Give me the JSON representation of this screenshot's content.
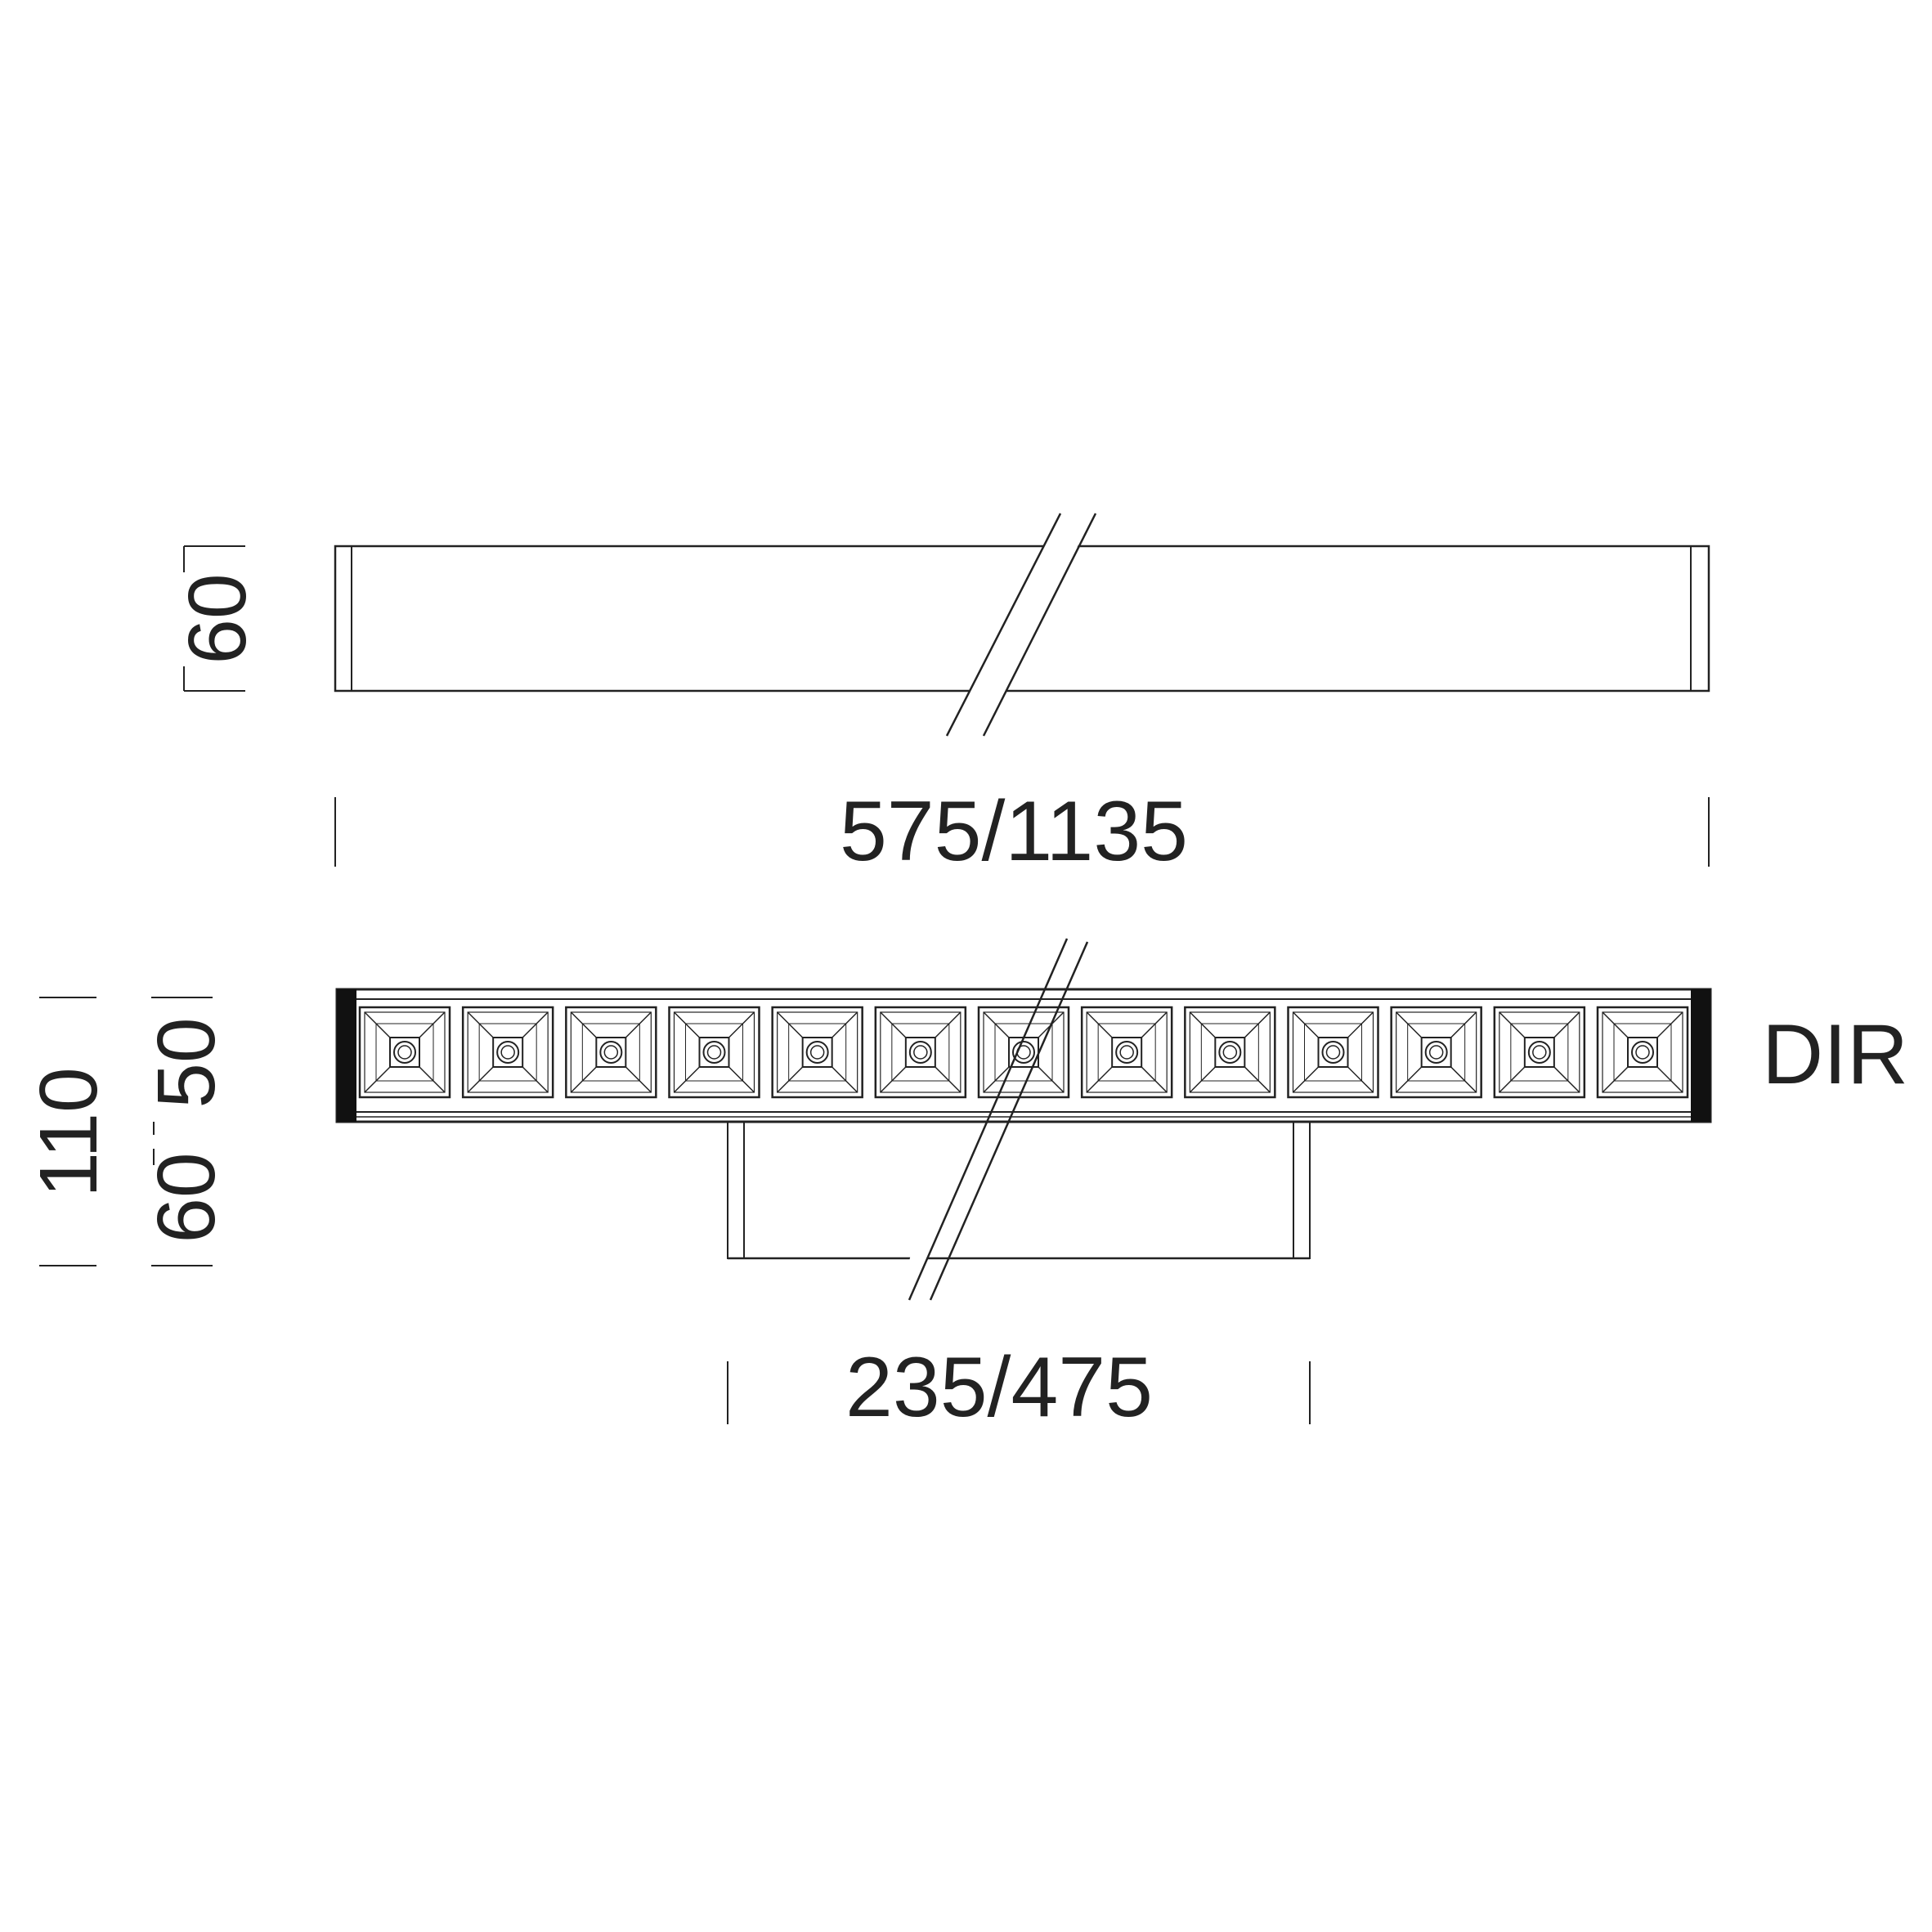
{
  "side_view": {
    "height_label": "60",
    "length_label": "575/1135"
  },
  "front_view": {
    "total_height_label": "110",
    "head_height_label": "50",
    "bracket_height_label": "60",
    "bracket_spacing_label": "235/475",
    "optic_label": "DIR",
    "led_module_count": 13
  },
  "colors": {
    "line": "#222222",
    "end_cap": "#111111"
  }
}
